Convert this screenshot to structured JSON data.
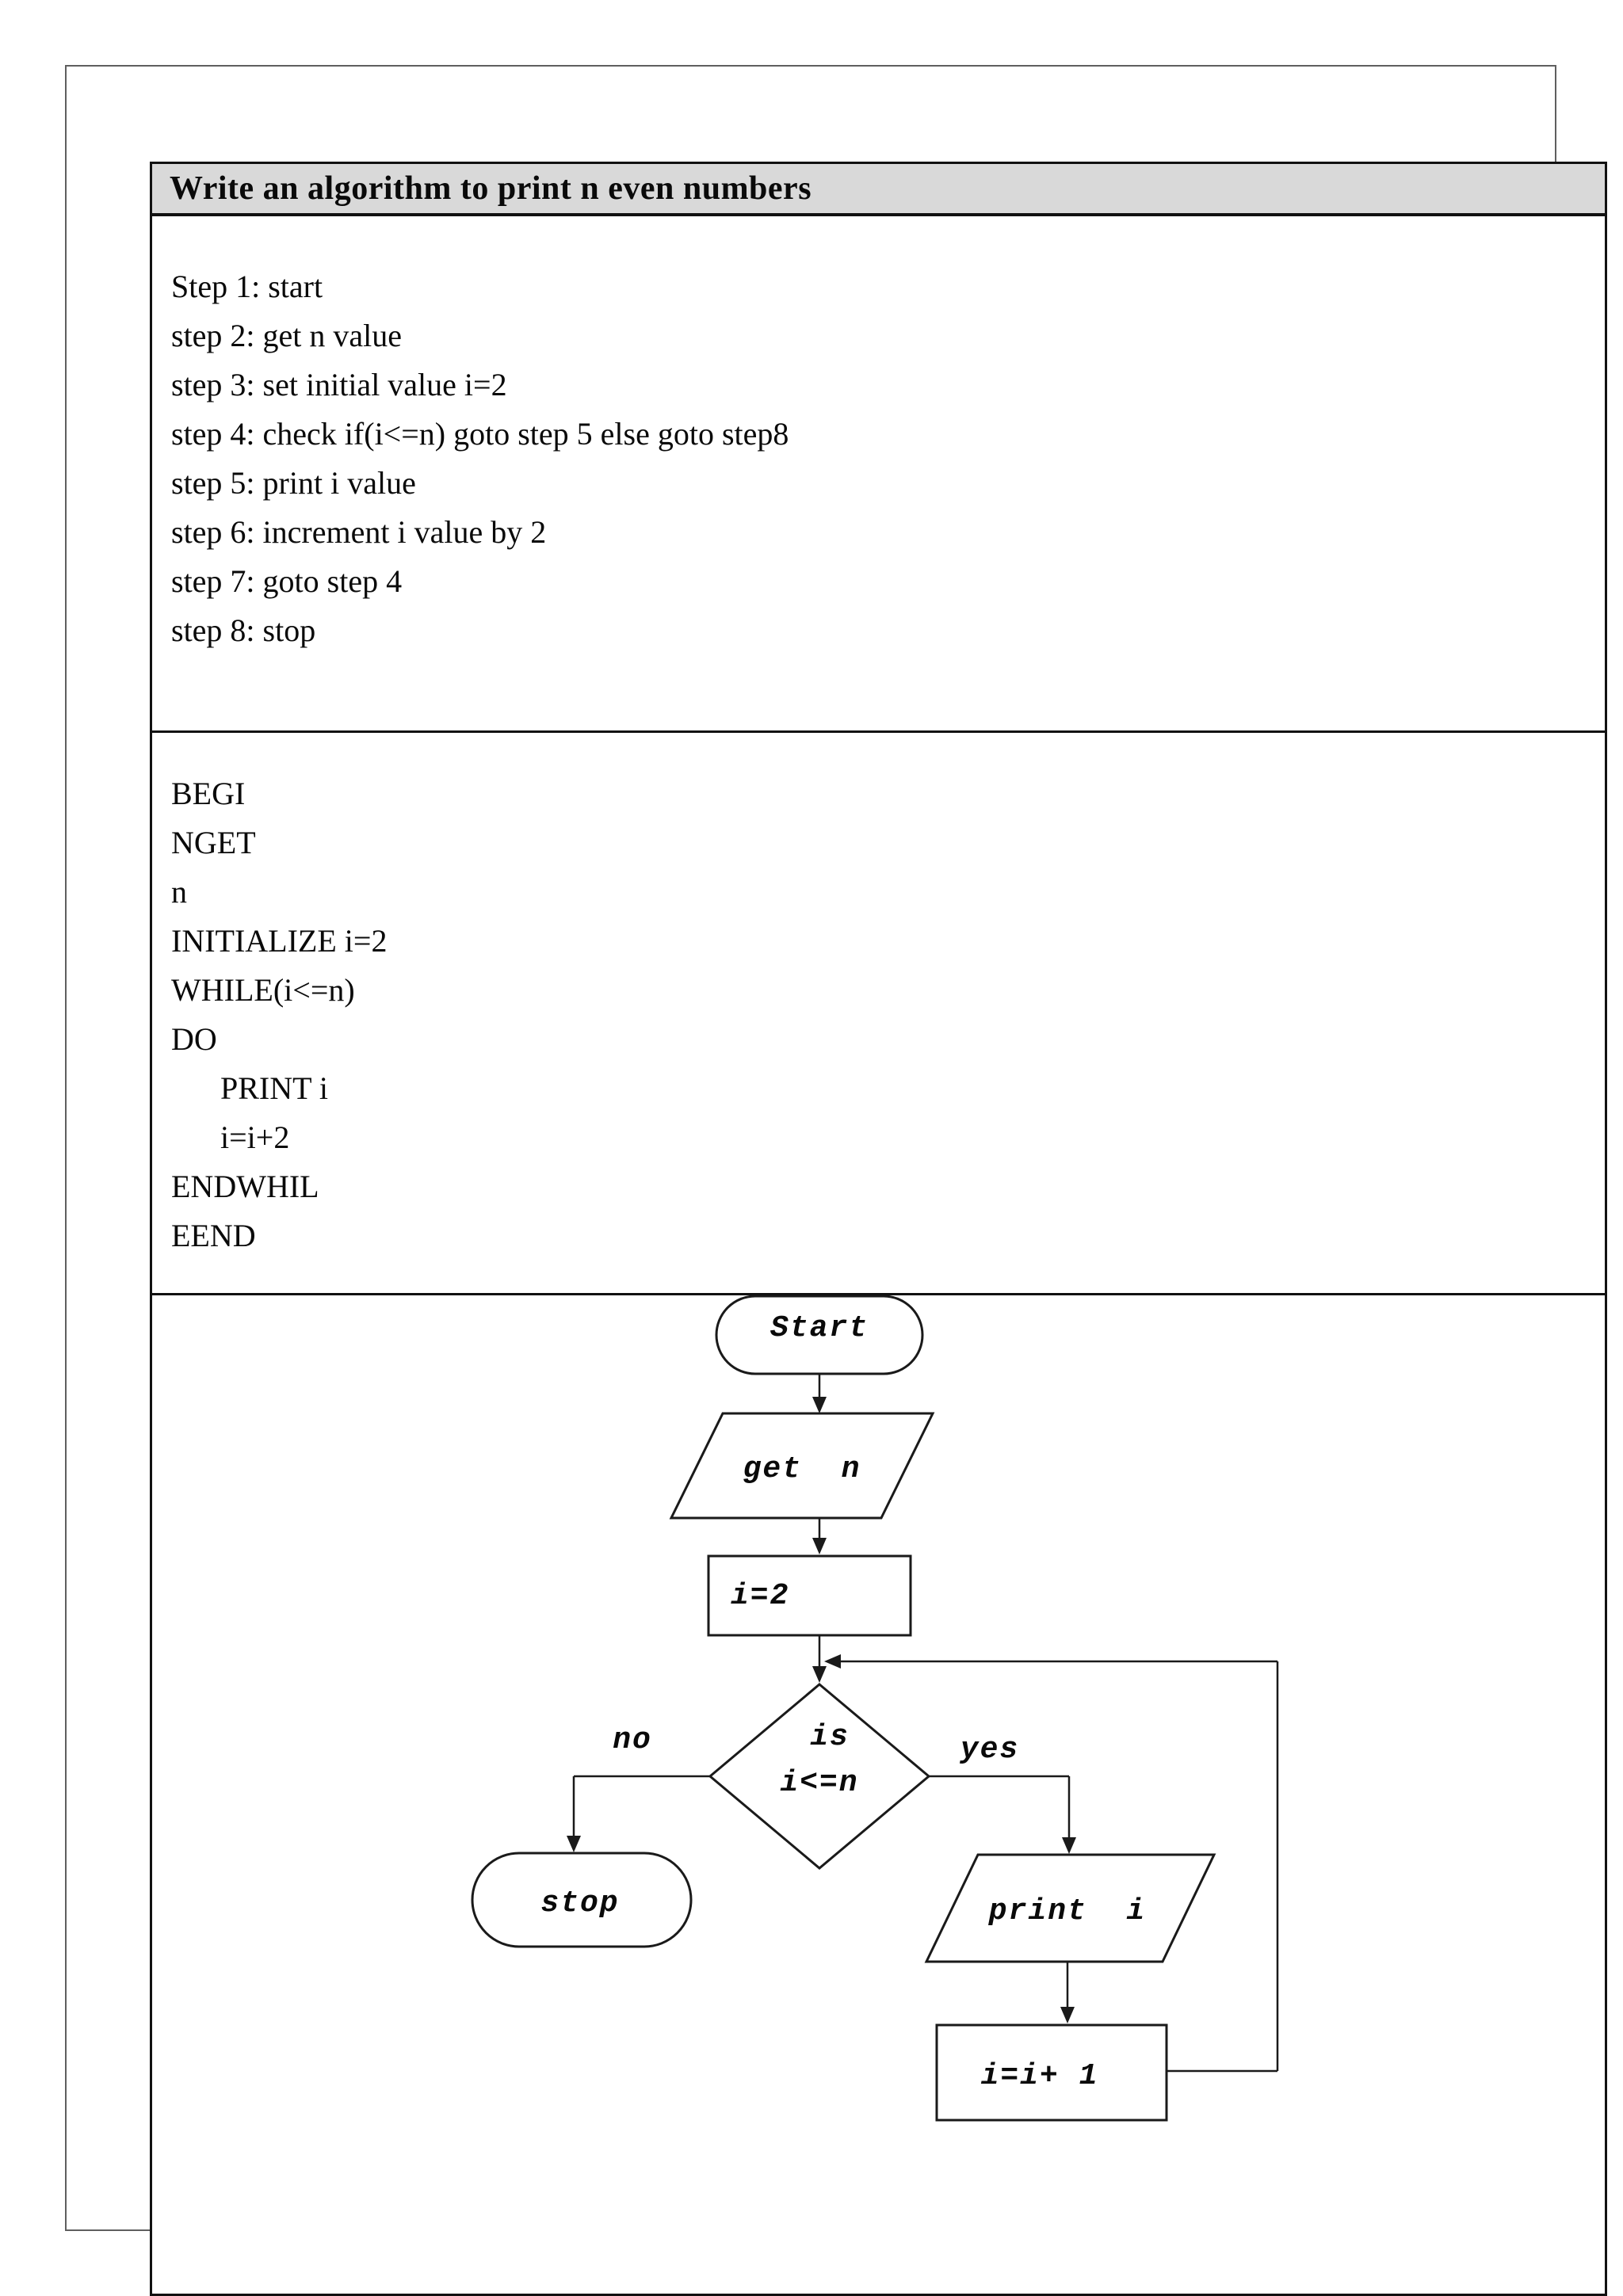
{
  "page": {
    "title": "Write an algorithm to print n even numbers",
    "algorithm_steps": [
      "Step 1: start",
      "step 2: get n value",
      "step 3: set initial value i=2",
      "step 4: check if(i<=n) goto step 5 else goto step8",
      "step 5: print i value",
      "step 6: increment i value by 2",
      "step 7: goto step 4",
      "step 8: stop"
    ],
    "pseudocode": [
      "BEGI",
      "NGET",
      "n",
      "INITIALIZE i=2",
      "WHILE(i<=n)",
      "DO",
      "PRINT i",
      "i=i+2",
      "ENDWHIL",
      "EEND"
    ],
    "flowchart": {
      "start_label": "Start",
      "input_label": "get  n",
      "init_label": "i=2",
      "decision_line1": "is",
      "decision_line2": "i<=n",
      "no_label": "no",
      "yes_label": "yes",
      "stop_label": "stop",
      "output_label": "print  i",
      "increment_label": "i=i+ 1"
    },
    "colors": {
      "header_bg": "#d9d9d9",
      "table_border": "#111111",
      "outer_border": "#5f5f5f",
      "ink": "#0a0a0a"
    }
  }
}
